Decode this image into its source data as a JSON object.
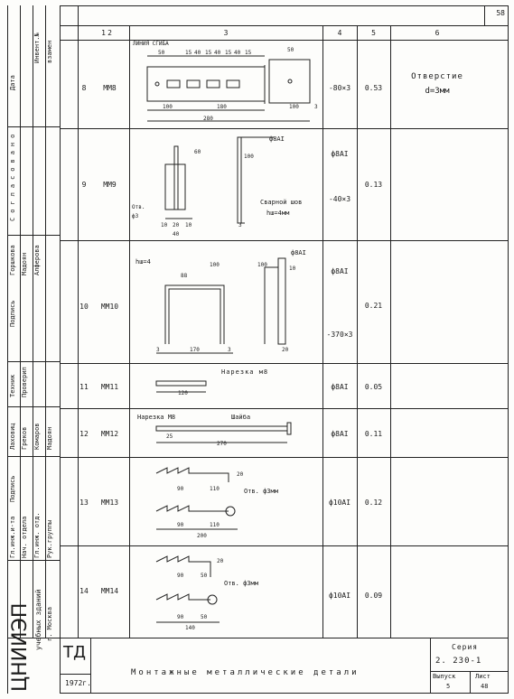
{
  "page_number": "58",
  "header": [
    "1",
    "2",
    "3",
    "4",
    "5",
    "6"
  ],
  "rows": [
    {
      "n": "8",
      "mark": "MM8",
      "c4": "-80×3",
      "c5": "0.53",
      "labels": [
        "ЛИНИЯ СГИБА",
        "50",
        "15",
        "40",
        "15",
        "40",
        "15",
        "40",
        "15",
        "50",
        "100",
        "180",
        "280",
        "100",
        "3"
      ]
    },
    {
      "n": "9",
      "mark": "MM9",
      "c4a": "ф8АI",
      "c4b": "-40×3",
      "c5": "0.13",
      "labels": [
        "ф8АI",
        "Сварной шов",
        "hш=4мм",
        "Отв.",
        "ф3",
        "10",
        "20",
        "10",
        "40",
        "3",
        "60",
        "100"
      ]
    },
    {
      "n": "10",
      "mark": "MM10",
      "c4a": "ф8АI",
      "c4b": "-370×3",
      "c5": "0.21",
      "labels": [
        "hш=4",
        "88",
        "ф8АI",
        "100",
        "100",
        "3",
        "170",
        "3",
        "20",
        "10"
      ]
    },
    {
      "n": "11",
      "mark": "MM11",
      "c4": "ф8АI",
      "c5": "0.05",
      "labels": [
        "Нарезка м8",
        "120"
      ]
    },
    {
      "n": "12",
      "mark": "MM12",
      "c4": "ф8АI",
      "c5": "0.11",
      "labels": [
        "Нарезка М8",
        "Шайба",
        "25",
        "270"
      ]
    },
    {
      "n": "13",
      "mark": "MM13",
      "c4": "ф10АI",
      "c5": "0.12",
      "labels": [
        "90",
        "110",
        "20",
        "Отв. ф3мм",
        "90",
        "110",
        "200"
      ]
    },
    {
      "n": "14",
      "mark": "MM14",
      "c4": "ф10АI",
      "c5": "0.09",
      "labels": [
        "90",
        "50",
        "20",
        "Отв. ф3мм",
        "90",
        "50",
        "140"
      ]
    }
  ],
  "note": {
    "line1": "Отверстие",
    "line2": "d=3мм"
  },
  "stamp": {
    "title": "Монтажные металлические детали",
    "td": "ТД",
    "year": "1972г.",
    "series_label": "Серия",
    "series": "2. 230-1",
    "issue_label": "Выпуск",
    "issue": "5",
    "sheet_label": "Лист",
    "sheet": "48"
  },
  "side": {
    "org": "ЦНИИЭП",
    "org_sub": "учебных зданий",
    "city": "г. Москва",
    "agreed": "Согласовано",
    "date": "Дата",
    "inv": "Инвент.№",
    "repl": "взамен",
    "roles_a": [
      "Горшкова",
      "Мадоян",
      "Алферова"
    ],
    "sig_a": "Подпись",
    "roles_b": [
      "Техник",
      "Проверил"
    ],
    "names_b": [
      "Лаховиц",
      "Греков",
      "Комаров",
      "Мадоян"
    ],
    "sig_b": "Подпись",
    "roles_c": [
      "Гл.инж.и-та",
      "Нач. отдела",
      "Гл.инж. отд.",
      "Рук.группы"
    ]
  }
}
